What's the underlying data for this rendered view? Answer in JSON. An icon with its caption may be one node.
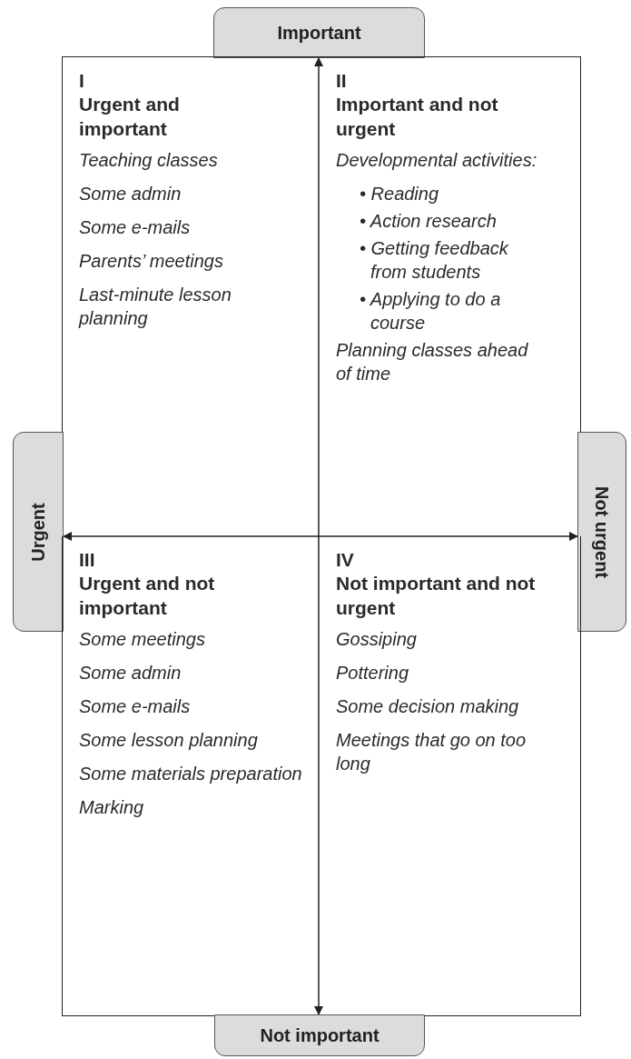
{
  "diagram": {
    "nodes": [
      {
        "text": [
          "Important"
        ]
      },
      {
        "text": [
          "I",
          "Urgent and important",
          "Teaching classes",
          "Some admin",
          "Some e-mails",
          "Parents’ meetings",
          "Last-minute lesson planning"
        ]
      },
      {
        "text": [
          "II",
          "Important and not urgent",
          "Developmental activities:",
          "• Reading",
          "• Action research",
          "• Getting feedback from students",
          "• Applying to do a course",
          "Planning classes ahead of time"
        ]
      },
      {
        "text": [
          "Urgent"
        ]
      },
      {
        "text": [
          "Not urgent"
        ]
      },
      {
        "text": [
          "III",
          "Urgent and not important",
          "Some meetings",
          "Some admin",
          "Some e-mails",
          "Some lesson planning",
          "Some materials preparation",
          "Marking"
        ]
      },
      {
        "text": [
          "IV",
          "Not important and not urgent",
          "Gossiping",
          "Pottering",
          "Some decision making",
          "Meetings that go on too long"
        ]
      },
      {
        "text": [
          "Not important"
        ]
      }
    ],
    "edges": [
      {
        "from": 0,
        "to": 7,
        "arrow": "both"
      },
      {
        "from": 3,
        "to": 4,
        "arrow": "both"
      }
    ]
  }
}
